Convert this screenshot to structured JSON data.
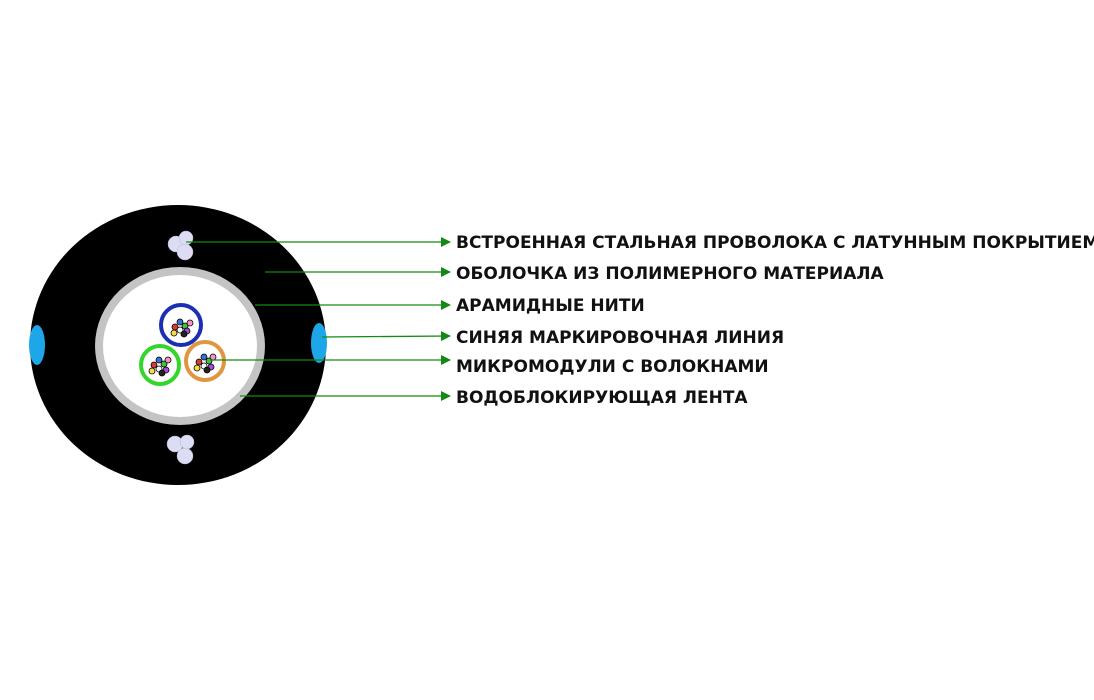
{
  "labels": [
    "ВСТРОЕННАЯ СТАЛЬНАЯ ПРОВОЛОКА С ЛАТУННЫМ ПОКРЫТИЕМ",
    "ОБОЛОЧКА ИЗ ПОЛИМЕРНОГО МАТЕРИАЛА",
    "АРАМИДНЫЕ НИТИ",
    "СИНЯЯ МАРКИРОВОЧНАЯ ЛИНИЯ",
    "МИКРОМОДУЛИ С ВОЛОКНАМИ",
    "ВОДОБЛОКИРУЮЩАЯ ЛЕНТА"
  ],
  "colors": {
    "sheath": "#000000",
    "tape": "#c4c4c4",
    "inner": "#ffffff",
    "marker": "#1ea7e8",
    "wire": "#dcdcf5",
    "arrow": "#138a13",
    "module_blue": "#1b2fb3",
    "module_green": "#34d62b",
    "module_orange": "#e09540"
  }
}
